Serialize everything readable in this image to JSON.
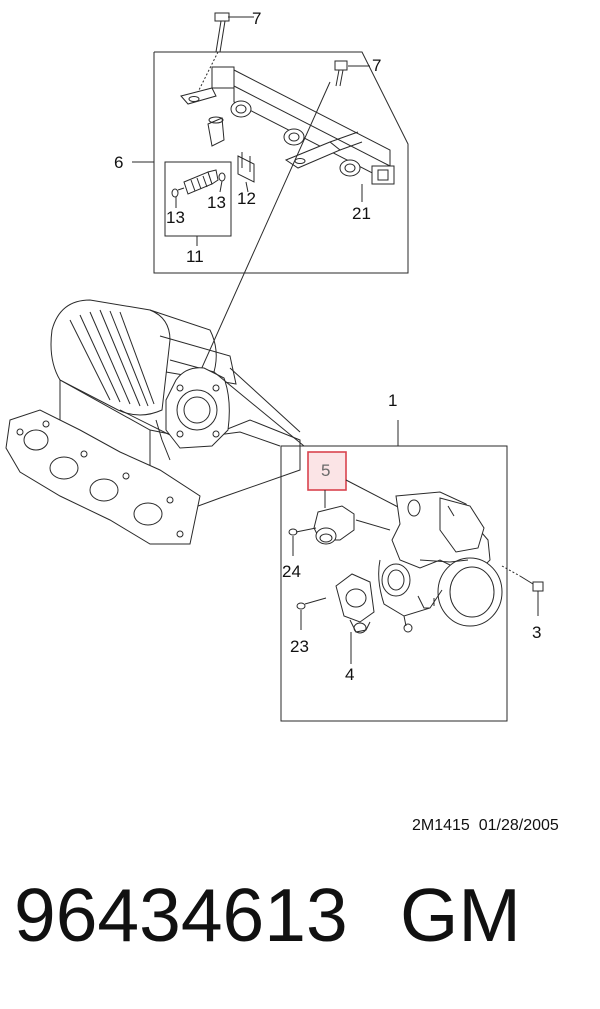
{
  "callouts": {
    "c7a": "7",
    "c7b": "7",
    "c6": "6",
    "c13a": "13",
    "c13b": "13",
    "c12": "12",
    "c21": "21",
    "c11": "11",
    "c1": "1",
    "c5": "5",
    "c24": "24",
    "c23": "23",
    "c4": "4",
    "c3": "3"
  },
  "drawing_code": "2M1415  01/28/2005",
  "part_number": "96434613",
  "manufacturer": "GM",
  "colors": {
    "line": "#2a2a2a",
    "highlight_box": "#d9434e",
    "highlight_fill": "#fbe4e6"
  }
}
